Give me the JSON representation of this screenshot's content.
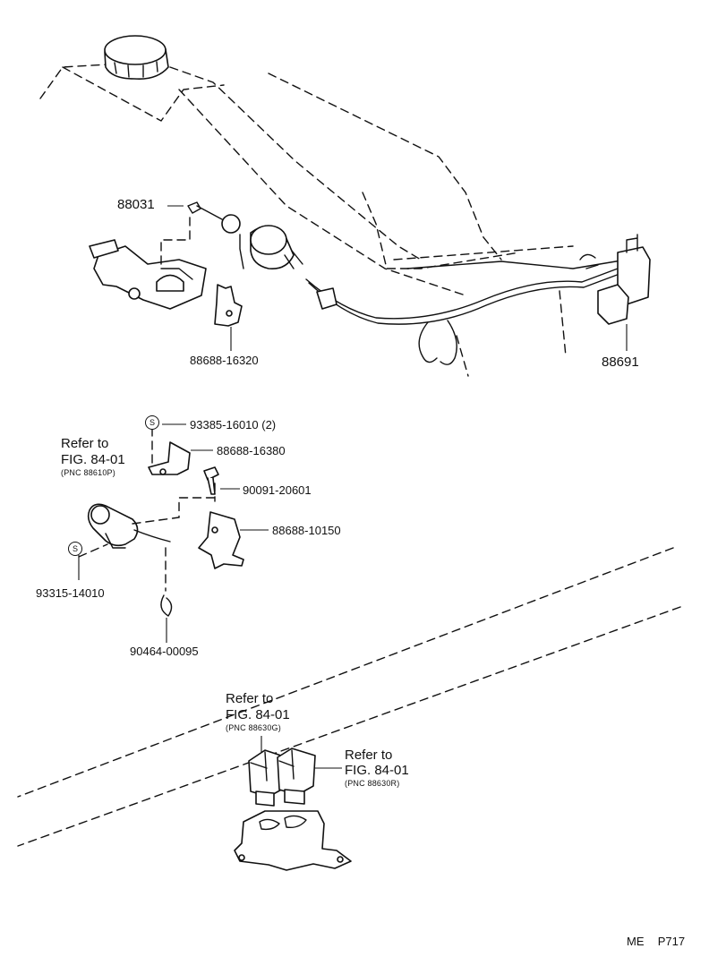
{
  "parts": {
    "p88031": "88031",
    "p88688_16320": "88688-16320",
    "p88691": "88691",
    "p93385_16010": "93385-16010 (2)",
    "p88688_16380": "88688-16380",
    "p90091_20601": "90091-20601",
    "p88688_10150": "88688-10150",
    "p93315_14010": "93315-14010",
    "p90464_00095": "90464-00095"
  },
  "references": {
    "ref_a": {
      "refer": "Refer to",
      "fig": "FIG. 84-01",
      "pnc": "(PNC 88610P)"
    },
    "ref_b": {
      "refer": "Refer to",
      "fig": "FIG. 84-01",
      "pnc": "(PNC 88630G)"
    },
    "ref_c": {
      "refer": "Refer to",
      "fig": "FIG. 84-01",
      "pnc": "(PNC 88630R)"
    }
  },
  "symbols": {
    "s_symbol": "S"
  },
  "footer": {
    "section": "ME",
    "page": "P717"
  }
}
